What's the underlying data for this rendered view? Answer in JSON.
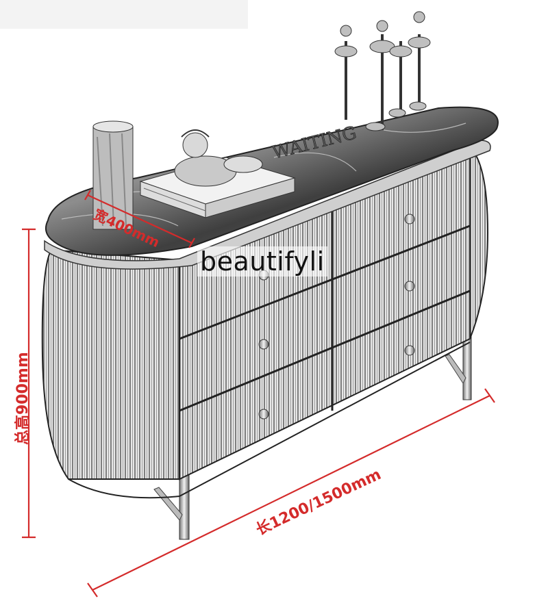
{
  "image": {
    "description": "Line-drawing style product illustration of an oval-ended fluted sideboard/chest of drawers with a marble top, decorative figurines and red dimension lines.",
    "watermark": "beautifyli",
    "accent_color": "#d42b2b",
    "line_color": "#222222"
  },
  "dimensions": {
    "depth_label": "宽400mm",
    "height_label": "总高900mm",
    "length_label": "长1200/1500mm"
  },
  "cabinet": {
    "drawer_rows": 3,
    "drawer_columns": 2,
    "legs": 4
  }
}
